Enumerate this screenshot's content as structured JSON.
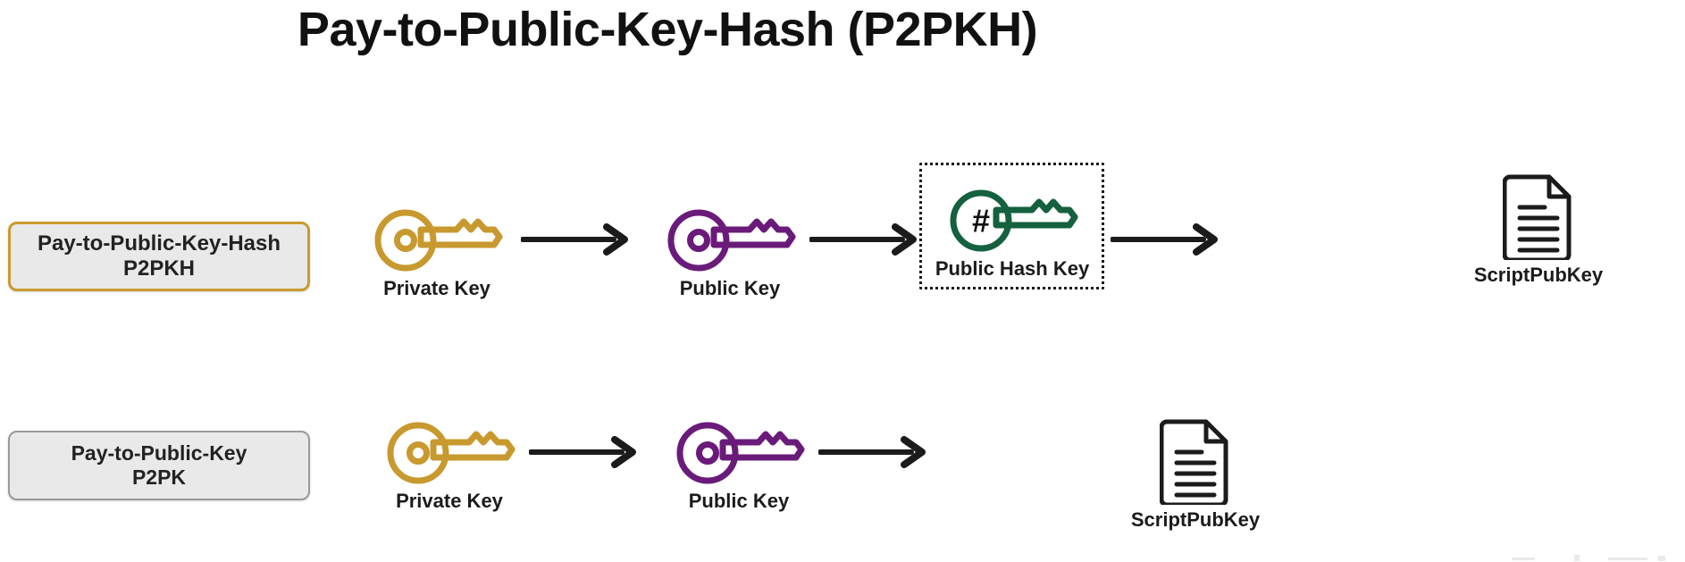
{
  "title": "Pay-to-Public-Key-Hash (P2PKH)",
  "colors": {
    "gold": "#c8992e",
    "purple": "#6a1b7a",
    "green": "#15603f",
    "ink": "#1b1b1b",
    "box_fill": "#e9e9e9",
    "gold_border": "#cb9a2f",
    "gray_border": "#9a9a9a"
  },
  "rows": [
    {
      "id": "p2pkh",
      "label_box": {
        "line1": "Pay-to-Public-Key-Hash",
        "line2": "P2PKH",
        "border_color": "#cb9a2f"
      },
      "nodes": [
        {
          "id": "private-key",
          "caption": "Private Key",
          "icon": "key-icon",
          "color": "#c8992e",
          "inner_text": ""
        },
        {
          "id": "public-key",
          "caption": "Public Key",
          "icon": "key-icon",
          "color": "#6a1b7a",
          "inner_text": ""
        },
        {
          "id": "public-hash-key",
          "caption": "Public Hash Key",
          "icon": "hash-key-icon",
          "color": "#15603f",
          "inner_text": "#"
        },
        {
          "id": "scriptpubkey",
          "caption": "ScriptPubKey",
          "icon": "document-icon",
          "color": "#1b1b1b",
          "inner_text": ""
        }
      ],
      "arrow_count": 3,
      "highlight": {
        "target": "public-hash-key",
        "style": "dotted"
      }
    },
    {
      "id": "p2pk",
      "label_box": {
        "line1": "Pay-to-Public-Key",
        "line2": "P2PK",
        "border_color": "#9a9a9a"
      },
      "nodes": [
        {
          "id": "private-key",
          "caption": "Private Key",
          "icon": "key-icon",
          "color": "#c8992e",
          "inner_text": ""
        },
        {
          "id": "public-key",
          "caption": "Public Key",
          "icon": "key-icon",
          "color": "#6a1b7a",
          "inner_text": ""
        },
        {
          "id": "scriptpubkey",
          "caption": "ScriptPubKey",
          "icon": "document-icon",
          "color": "#1b1b1b",
          "inner_text": ""
        }
      ],
      "arrow_count": 2,
      "highlight": null
    }
  ]
}
